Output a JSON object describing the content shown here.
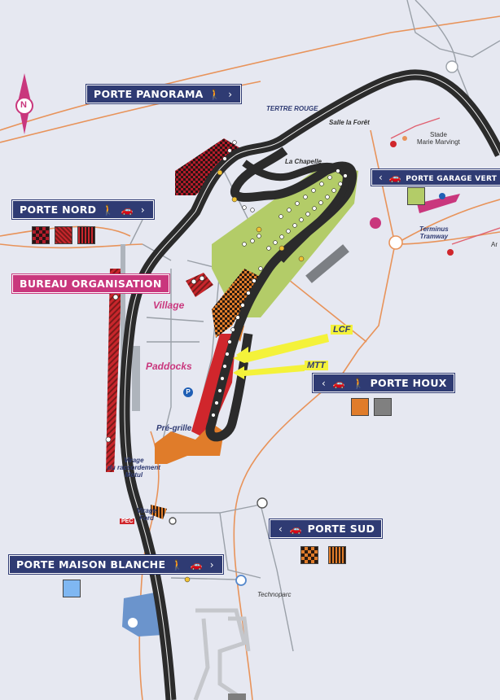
{
  "gates": {
    "panorama": "PORTE PANORAMA",
    "nord": "PORTE NORD",
    "garage_vert": "PORTE GARAGE VERT",
    "houx": "PORTE HOUX",
    "sud": "PORTE SUD",
    "maison_blanche": "PORTE MAISON BLANCHE"
  },
  "bureau": "BUREAU ORGANISATION",
  "places": {
    "tertre_rouge": "TERTRE ROUGE",
    "salle_foret": "Salle la Forêt",
    "la_chapelle": "La Chapelle",
    "stade_line1": "Stade",
    "stade_line2": "Marie Marvingt",
    "terminus_line1": "Terminus",
    "terminus_line2": "Tramway",
    "village": "Village",
    "paddocks": "Paddocks",
    "pre_grille": "Pré-grille",
    "virage_line1": "Virage",
    "virage_line2": "du raccordement",
    "virage_line3": "Motul",
    "virage_ford_line1": "Virage",
    "virage_ford_line2": "Ford",
    "technoparc": "Technoparc",
    "pec": "PEC",
    "lcf": "LCF",
    "mtt": "MTT",
    "compass": "N",
    "parking": "P",
    "edge_ar": "Ar"
  },
  "icons": {
    "pedestrian": "🚶",
    "car": "🚗",
    "chevron_left": "‹",
    "chevron_right": "›"
  },
  "colors": {
    "background": "#e6e8f1",
    "track": "#2b2b2b",
    "road": "#e8935a",
    "gate_bg": "#2f3b73",
    "accent_pink": "#c9377d",
    "green_zone": "#b3cc68",
    "red_zone": "#d0262c",
    "orange_zone": "#e07c2a",
    "arrow_yellow": "#f4f23a",
    "swatch_blue": "#7fb7f2",
    "swatch_grey": "#808080"
  }
}
